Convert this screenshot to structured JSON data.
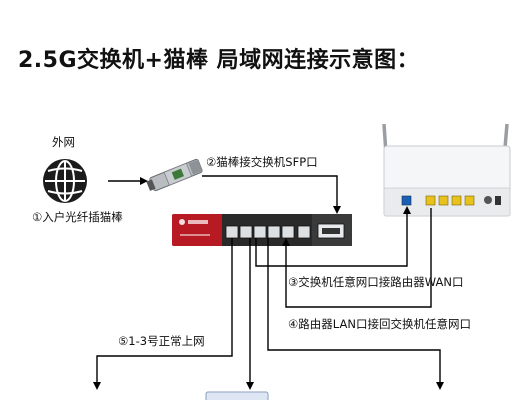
{
  "title": "2.5G交换机+猫棒 局域网连接示意图：",
  "labels": {
    "internet": "外网",
    "step1": "①入户光纤插猫棒",
    "step2": "②猫棒接交换机SFP口",
    "step3": "③交换机任意网口接路由器WAN口",
    "step4": "④路由器LAN口接回交换机任意网口",
    "step5": "⑤1-3号正常上网"
  },
  "devices": {
    "globe": "globe-icon",
    "sfp_module": "sfp-stick-icon",
    "switch": "network-switch",
    "router": "wifi-router"
  },
  "colors": {
    "switch_red": "#c81e28",
    "port_blue": "#1a5fb4",
    "port_yellow": "#e8c21c",
    "line": "#000000"
  }
}
